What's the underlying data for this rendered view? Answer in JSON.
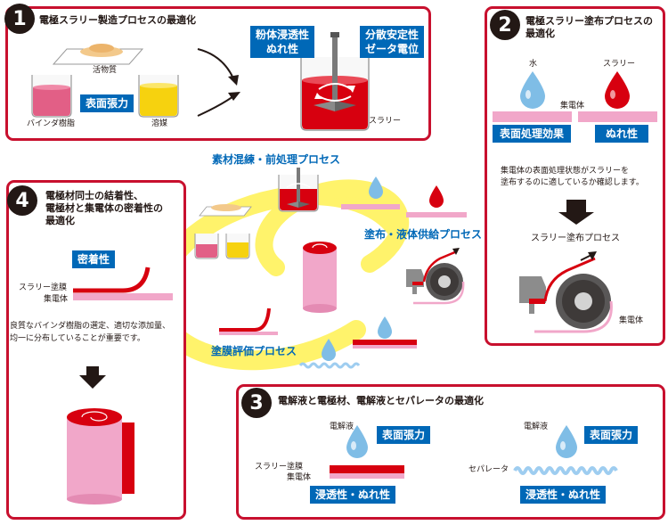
{
  "steps": [
    {
      "number": "1",
      "title": "電極スラリー製造プロセスの最適化",
      "labels": {
        "powder": "活物質",
        "binder": "バインダ樹脂",
        "solvent": "溶媒",
        "slurry": "スラリー"
      },
      "tags": {
        "surface_tension": "表面張力",
        "wettability_line1": "粉体浸透性",
        "wettability_line2": "ぬれ性",
        "dispersion_line1": "分散安定性",
        "dispersion_line2": "ゼータ電位"
      }
    },
    {
      "number": "2",
      "title_line1": "電極スラリー塗布プロセスの",
      "title_line2": "最適化",
      "labels": {
        "water": "水",
        "slurry": "スラリー",
        "collector": "集電体",
        "collector_bottom": "集電体",
        "process": "スラリー塗布プロセス"
      },
      "tags": {
        "surface_treatment": "表面処理効果",
        "wettability": "ぬれ性"
      },
      "description_line1": "集電体の表面処理状態がスラリーを",
      "description_line2": "塗布するのに適しているか確認します。"
    },
    {
      "number": "3",
      "title": "電解液と電極材、電解液とセパレータの最適化",
      "labels": {
        "electrolyte_left": "電解液",
        "electrolyte_right": "電解液",
        "slurry_coat": "スラリー塗膜",
        "collector": "集電体",
        "separator": "セパレータ"
      },
      "tags": {
        "surface_tension_left": "表面張力",
        "surface_tension_right": "表面張力",
        "permeability_left": "浸透性・ぬれ性",
        "permeability_right": "浸透性・ぬれ性"
      }
    },
    {
      "number": "4",
      "title_line1": "電極材同士の結着性、",
      "title_line2": "電極材と集電体の密着性の",
      "title_line3": "最適化",
      "labels": {
        "slurry_coat": "スラリー塗膜",
        "collector": "集電体"
      },
      "tags": {
        "adhesion": "密着性"
      },
      "description_line1": "良質なバインダ樹脂の選定、適切な添加量、",
      "description_line2": "均一に分布していることが重要です。"
    }
  ],
  "flow": {
    "mixing": "素材混練・前処理プロセス",
    "coating": "塗布・液体供給プロセス",
    "evaluation": "塗膜評価プロセス"
  },
  "colors": {
    "frame": "#c8102e",
    "tag": "#0068b7",
    "flow_ring": "#fff36b",
    "collector": "#f1a7c9",
    "slurry": "#d7000f"
  }
}
